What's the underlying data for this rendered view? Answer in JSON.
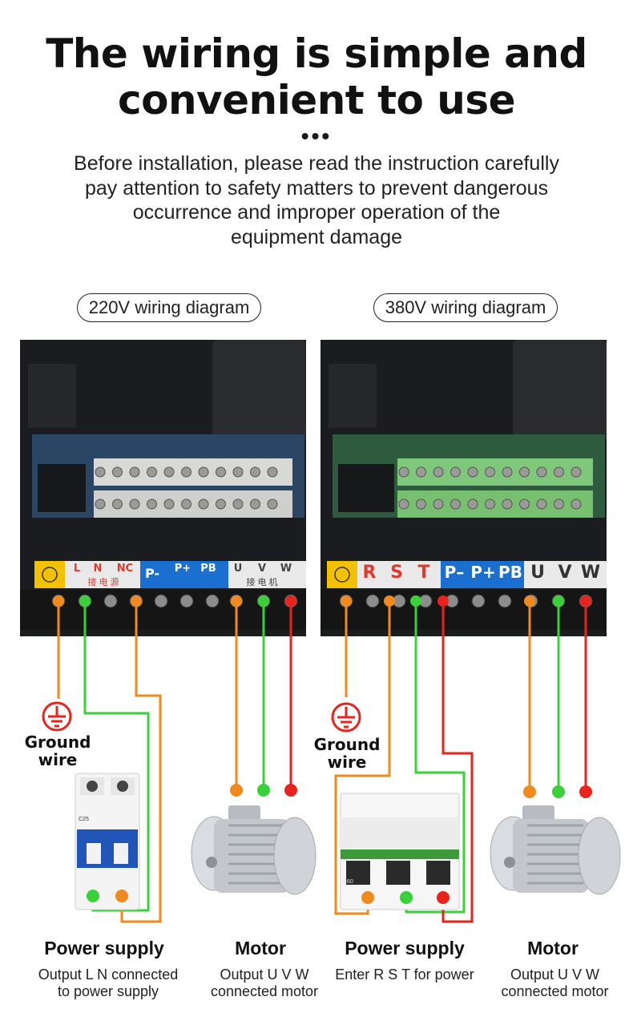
{
  "headline": {
    "line1": "The wiring is simple and",
    "line2": "convenient to use",
    "dots": "•••"
  },
  "intro": {
    "line1": "Before installation, please read the instruction carefully",
    "line2": "pay attention to safety matters to prevent dangerous",
    "line3": "occurrence and improper operation of the",
    "line4": "equipment damage"
  },
  "diagram220": {
    "tag": "220V wiring diagram",
    "terminals": [
      "L",
      "N",
      "NC",
      "P-",
      "P+",
      "PB",
      "U",
      "V",
      "W"
    ],
    "terminal_sub_left": "接 电 源",
    "terminal_sub_right": "接 电 机",
    "ground_label_1": "Ground",
    "ground_label_2": "wire",
    "breaker_text": "C25",
    "power": {
      "title": "Power supply",
      "line1": "Output L N connected",
      "line2": "to power supply"
    },
    "motor": {
      "title": "Motor",
      "line1": "Output U V W",
      "line2": "connected motor"
    }
  },
  "diagram380": {
    "tag": "380V wiring diagram",
    "terminals": [
      "R",
      "S",
      "T",
      "P–",
      "P+",
      "PB",
      "U",
      "V",
      "W"
    ],
    "ground_label_1": "Ground",
    "ground_label_2": "wire",
    "breaker_text": "C60",
    "power": {
      "title": "Power supply",
      "line1": "Enter R S T for power"
    },
    "motor": {
      "title": "Motor",
      "line1": "Output U V W",
      "line2": "connected motor"
    }
  },
  "colors": {
    "orange": "#f08a1c",
    "green": "#38d13a",
    "red": "#e8231b",
    "terminal_blue": "#1a6fd1",
    "label_yellow": "#f2c200"
  }
}
